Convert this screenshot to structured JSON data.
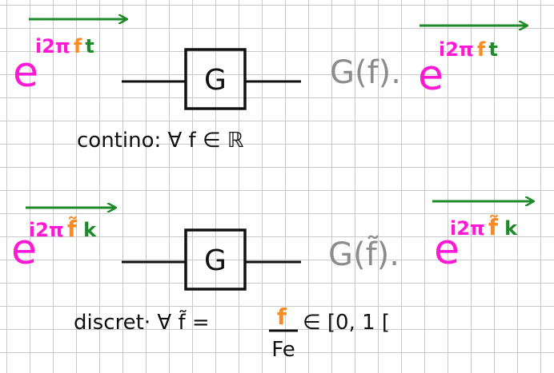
{
  "colors": {
    "magenta": "#ff19d4",
    "green": "#1e8a2a",
    "orange": "#ff8a1f",
    "gray": "#8c8c8c",
    "ink": "#111111"
  },
  "continuous": {
    "input": {
      "base": "e",
      "i2pi": "i2π",
      "f": "f",
      "t": "t"
    },
    "block_label": "G",
    "output": {
      "gain": "G(f).",
      "base": "e",
      "i2pi": "i2π",
      "f": "f",
      "t": "t"
    },
    "note": "contino: ∀ f ∈ ℝ"
  },
  "discrete": {
    "input": {
      "base": "e",
      "i2pi": "i2π",
      "f": "f̃",
      "k": "k"
    },
    "block_label": "G",
    "output": {
      "gain": "G(f̃).",
      "base": "e",
      "i2pi": "i2π",
      "f": "f̃",
      "k": "k"
    },
    "note_prefix": "discret·  ∀ f̃ =",
    "frac_num": "f",
    "frac_den": "Fe",
    "note_suffix": "∈ [0, 1 ["
  }
}
